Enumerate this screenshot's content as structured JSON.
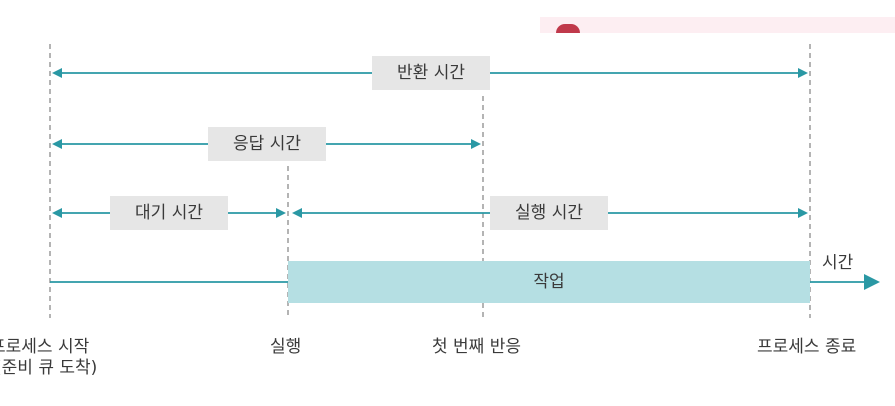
{
  "spans": {
    "turnaround": "반환 시간",
    "response": "응답 시간",
    "waiting": "대기 시간",
    "execution": "실행 시간"
  },
  "work_label": "작업",
  "time_axis_label": "시간",
  "events": {
    "process_start": "프로세스 시작",
    "process_start_sub": "(준비 큐 도착)",
    "execution_start": "실행",
    "first_response": "첫 번째 반응",
    "process_end": "프로세스 종료"
  },
  "colors": {
    "arrow": "#2a98a4",
    "guide": "#8c8c8c",
    "work_fill": "#b5dfe3",
    "label_box": "#e6e6e6"
  }
}
